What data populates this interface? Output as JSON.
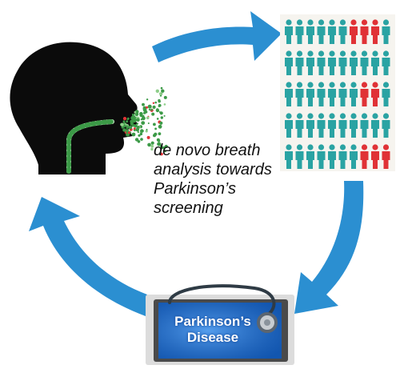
{
  "caption": {
    "line1": "de novo breath",
    "line2": "analysis towards",
    "line3": "Parkinson’s",
    "line4": "screening"
  },
  "tablet": {
    "line1": "Parkinson’s",
    "line2": "Disease"
  },
  "population_grid": {
    "rows": 5,
    "columns": 10,
    "highlighted": {
      "0": [
        6,
        7,
        8
      ],
      "2": [
        7,
        8
      ],
      "4": [
        7,
        8,
        9
      ]
    }
  },
  "colors": {
    "arrow": "#2b8fd1",
    "head": "#0b0b0b",
    "person": "#2aa3a3",
    "person_highlight": "#e03236",
    "breath_particles": "#3c9a47",
    "tablet_screen": "#1766c4"
  },
  "icons": [
    "head-silhouette-icon",
    "person-icon",
    "stethoscope-icon",
    "tablet-icon",
    "cycle-arrow-icon"
  ]
}
